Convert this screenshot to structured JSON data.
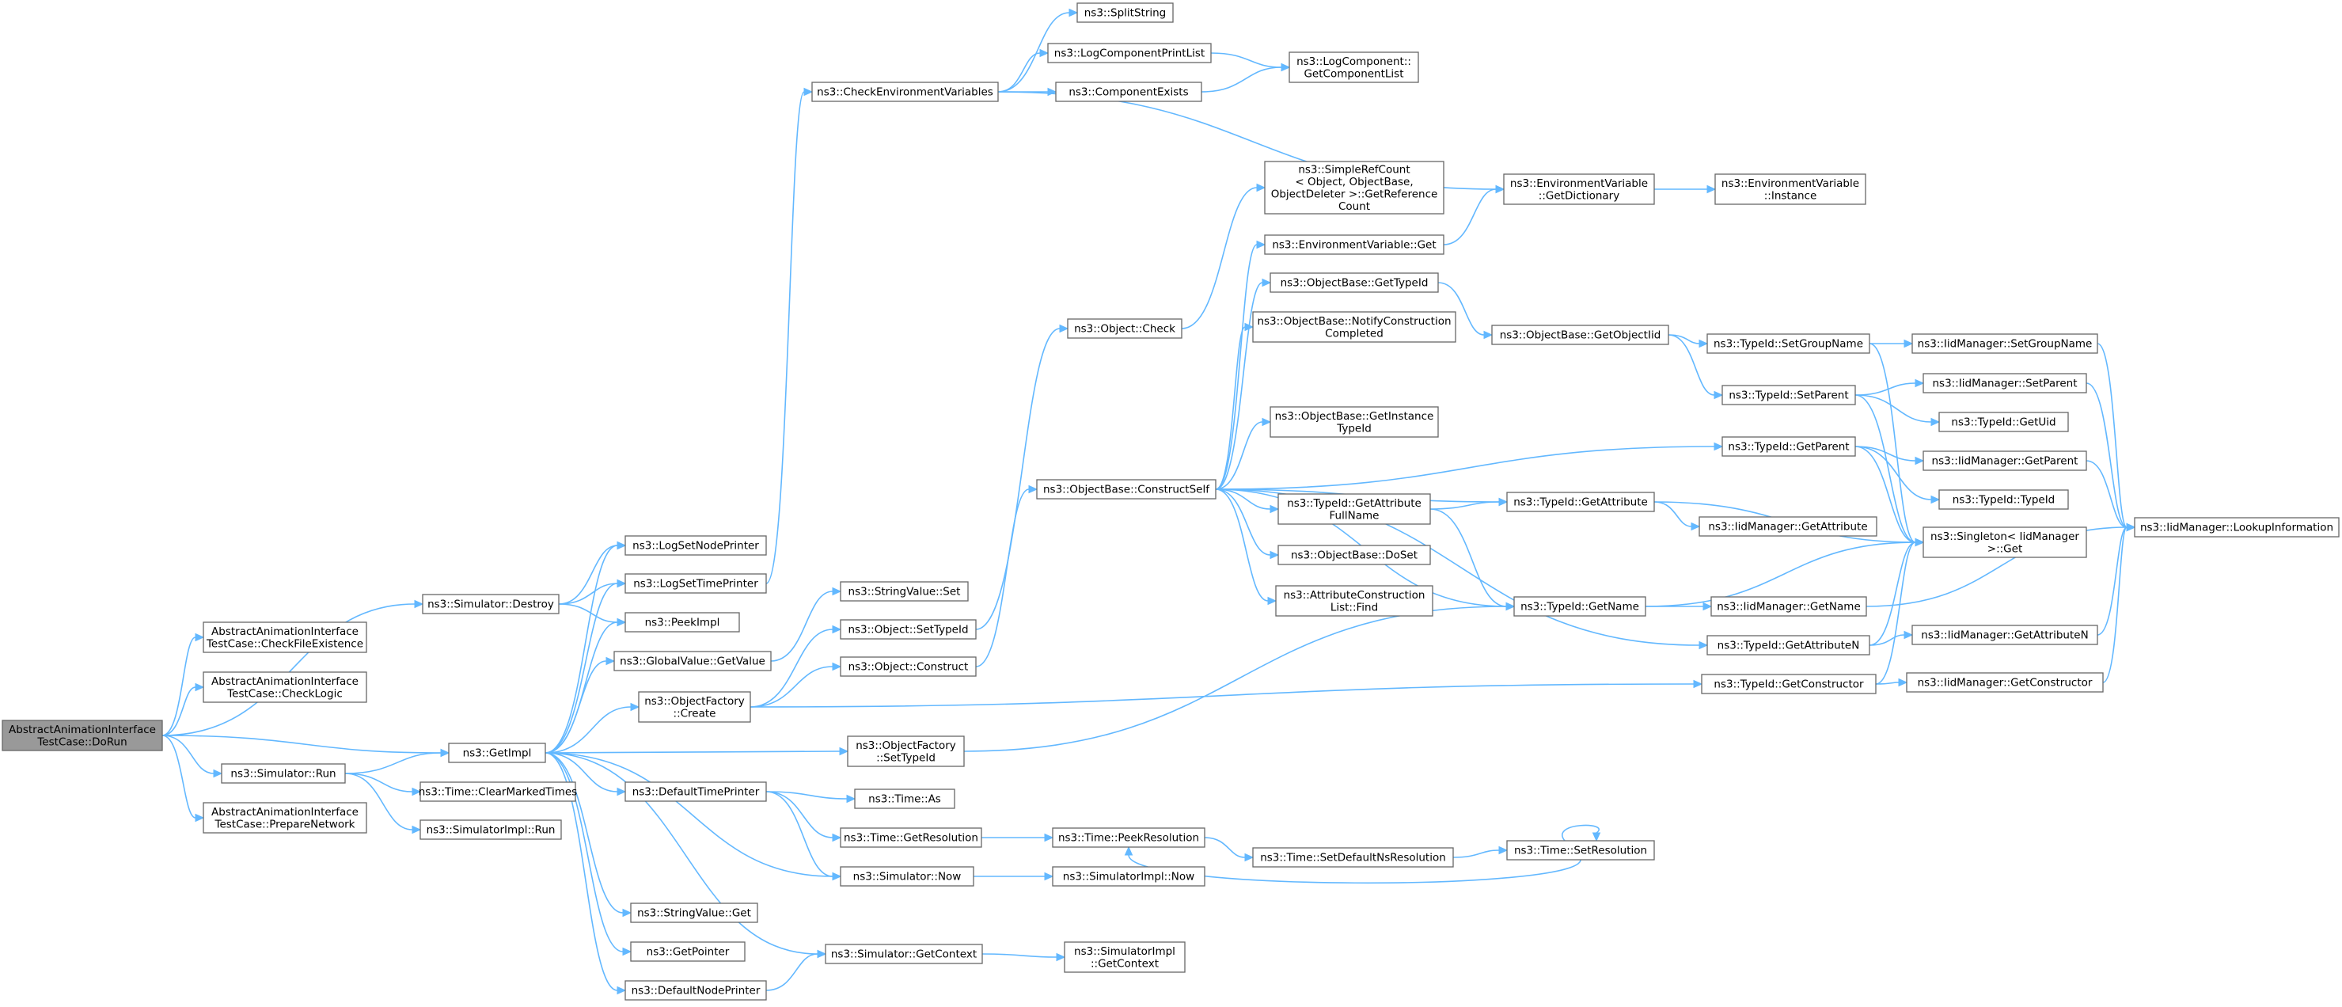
{
  "colors": {
    "edge": "#63b8ff",
    "node_border": "#666666",
    "root_fill": "#999999",
    "node_fill": "#ffffff"
  },
  "nodes": {
    "root": {
      "lines": [
        "AbstractAnimationInterface",
        "TestCase::DoRun"
      ]
    },
    "checkFile": {
      "lines": [
        "AbstractAnimationInterface",
        "TestCase::CheckFileExistence"
      ]
    },
    "checkLogic": {
      "lines": [
        "AbstractAnimationInterface",
        "TestCase::CheckLogic"
      ]
    },
    "prepare": {
      "lines": [
        "AbstractAnimationInterface",
        "TestCase::PrepareNetwork"
      ]
    },
    "simDestroy": {
      "lines": [
        "ns3::Simulator::Destroy"
      ]
    },
    "simRun": {
      "lines": [
        "ns3::Simulator::Run"
      ]
    },
    "getImpl": {
      "lines": [
        "ns3::GetImpl"
      ]
    },
    "clearMarked": {
      "lines": [
        "ns3::Time::ClearMarkedTimes"
      ]
    },
    "simImplRun": {
      "lines": [
        "ns3::SimulatorImpl::Run"
      ]
    },
    "logNode": {
      "lines": [
        "ns3::LogSetNodePrinter"
      ]
    },
    "logTime": {
      "lines": [
        "ns3::LogSetTimePrinter"
      ]
    },
    "peekImpl": {
      "lines": [
        "ns3::PeekImpl"
      ]
    },
    "gvGetValue": {
      "lines": [
        "ns3::GlobalValue::GetValue"
      ]
    },
    "ofCreate": {
      "lines": [
        "ns3::ObjectFactory",
        "::Create"
      ]
    },
    "defTime": {
      "lines": [
        "ns3::DefaultTimePrinter"
      ]
    },
    "svGet": {
      "lines": [
        "ns3::StringValue::Get"
      ]
    },
    "getPointer": {
      "lines": [
        "ns3::GetPointer"
      ]
    },
    "defNode": {
      "lines": [
        "ns3::DefaultNodePrinter"
      ]
    },
    "checkEnv": {
      "lines": [
        "ns3::CheckEnvironmentVariables"
      ]
    },
    "svSet": {
      "lines": [
        "ns3::StringValue::Set"
      ]
    },
    "objSetTypeId": {
      "lines": [
        "ns3::Object::SetTypeId"
      ]
    },
    "objConstruct": {
      "lines": [
        "ns3::Object::Construct"
      ]
    },
    "ofSetTypeId": {
      "lines": [
        "ns3::ObjectFactory",
        "::SetTypeId"
      ]
    },
    "timeAs": {
      "lines": [
        "ns3::Time::As"
      ]
    },
    "timeGetRes": {
      "lines": [
        "ns3::Time::GetResolution"
      ]
    },
    "simNow": {
      "lines": [
        "ns3::Simulator::Now"
      ]
    },
    "simGetCtx": {
      "lines": [
        "ns3::Simulator::GetContext"
      ]
    },
    "splitString": {
      "lines": [
        "ns3::SplitString"
      ]
    },
    "logCompPrint": {
      "lines": [
        "ns3::LogComponentPrintList"
      ]
    },
    "compExists": {
      "lines": [
        "ns3::ComponentExists"
      ]
    },
    "logCompGet": {
      "lines": [
        "ns3::LogComponent::",
        "GetComponentList"
      ]
    },
    "objCheck": {
      "lines": [
        "ns3::Object::Check"
      ]
    },
    "obConstructSelf": {
      "lines": [
        "ns3::ObjectBase::ConstructSelf"
      ]
    },
    "simpleRef": {
      "lines": [
        "ns3::SimpleRefCount",
        "< Object, ObjectBase,",
        "ObjectDeleter >::GetReference",
        "Count"
      ]
    },
    "envGet": {
      "lines": [
        "ns3::EnvironmentVariable::Get"
      ]
    },
    "obGetTypeId": {
      "lines": [
        "ns3::ObjectBase::GetTypeId"
      ]
    },
    "obNotify": {
      "lines": [
        "ns3::ObjectBase::NotifyConstruction",
        "Completed"
      ]
    },
    "obGetInstance": {
      "lines": [
        "ns3::ObjectBase::GetInstance",
        "TypeId"
      ]
    },
    "tidGetAttrFull": {
      "lines": [
        "ns3::TypeId::GetAttribute",
        "FullName"
      ]
    },
    "obDoSet": {
      "lines": [
        "ns3::ObjectBase::DoSet"
      ]
    },
    "attrFind": {
      "lines": [
        "ns3::AttributeConstruction",
        "List::Find"
      ]
    },
    "timePeekRes": {
      "lines": [
        "ns3::Time::PeekResolution"
      ]
    },
    "setDefNs": {
      "lines": [
        "ns3::Time::SetDefaultNsResolution"
      ]
    },
    "simImplNow": {
      "lines": [
        "ns3::SimulatorImpl::Now"
      ]
    },
    "simImplCtx": {
      "lines": [
        "ns3::SimulatorImpl",
        "::GetContext"
      ]
    },
    "envDict": {
      "lines": [
        "ns3::EnvironmentVariable",
        "::GetDictionary"
      ]
    },
    "envInstance": {
      "lines": [
        "ns3::EnvironmentVariable",
        "::Instance"
      ]
    },
    "obGetObjectIid": {
      "lines": [
        "ns3::ObjectBase::GetObjectIid"
      ]
    },
    "tidGetAttr": {
      "lines": [
        "ns3::TypeId::GetAttribute"
      ]
    },
    "tidGetName": {
      "lines": [
        "ns3::TypeId::GetName"
      ]
    },
    "tidSetRes": {
      "lines": [
        "ns3::Time::SetResolution"
      ]
    },
    "tidSetGroup": {
      "lines": [
        "ns3::TypeId::SetGroupName"
      ]
    },
    "tidSetParent": {
      "lines": [
        "ns3::TypeId::SetParent"
      ]
    },
    "tidGetParent": {
      "lines": [
        "ns3::TypeId::GetParent"
      ]
    },
    "iidGetAttr": {
      "lines": [
        "ns3::IidManager::GetAttribute"
      ]
    },
    "iidGetName": {
      "lines": [
        "ns3::IidManager::GetName"
      ]
    },
    "tidGetAttrN": {
      "lines": [
        "ns3::TypeId::GetAttributeN"
      ]
    },
    "tidGetCtor": {
      "lines": [
        "ns3::TypeId::GetConstructor"
      ]
    },
    "iidSetGroup": {
      "lines": [
        "ns3::IidManager::SetGroupName"
      ]
    },
    "iidSetParent": {
      "lines": [
        "ns3::IidManager::SetParent"
      ]
    },
    "tidGetUid": {
      "lines": [
        "ns3::TypeId::GetUid"
      ]
    },
    "iidGetParent": {
      "lines": [
        "ns3::IidManager::GetParent"
      ]
    },
    "tidTypeId": {
      "lines": [
        "ns3::TypeId::TypeId"
      ]
    },
    "singletonGet": {
      "lines": [
        "ns3::Singleton< IidManager",
        ">::Get"
      ]
    },
    "iidGetAttrN": {
      "lines": [
        "ns3::IidManager::GetAttributeN"
      ]
    },
    "iidGetCtor": {
      "lines": [
        "ns3::IidManager::GetConstructor"
      ]
    },
    "iidLookup": {
      "lines": [
        "ns3::IidManager::LookupInformation"
      ]
    }
  }
}
